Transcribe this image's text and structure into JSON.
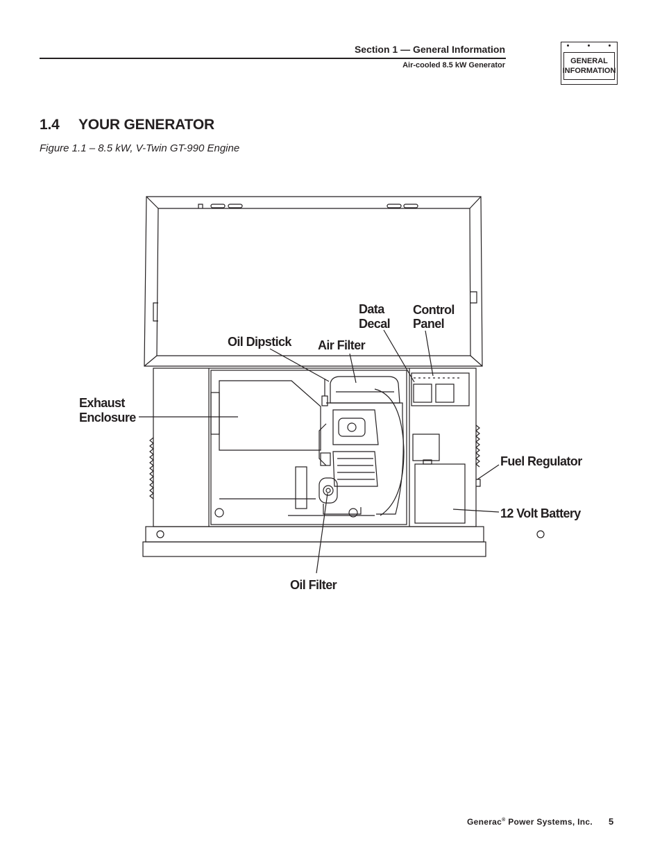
{
  "header": {
    "section_title": "Section 1 — General Information",
    "section_subtitle": "Air-cooled 8.5 kW Generator",
    "tab_line1": "GENERAL",
    "tab_line2": "INFORMATION"
  },
  "content": {
    "heading_number": "1.4",
    "heading_text": "YOUR GENERATOR",
    "figure_caption": "Figure 1.1 – 8.5 kW, V-Twin GT-990 Engine"
  },
  "figure": {
    "labels": {
      "data_decal_1": "Data",
      "data_decal_2": "Decal",
      "control_panel_1": "Control",
      "control_panel_2": "Panel",
      "oil_dipstick": "Oil Dipstick",
      "air_filter": "Air Filter",
      "exhaust_enclosure_1": "Exhaust",
      "exhaust_enclosure_2": "Enclosure",
      "fuel_regulator": "Fuel Regulator",
      "battery": "12 Volt Battery",
      "oil_filter": "Oil Filter"
    }
  },
  "footer": {
    "company": "Generac",
    "registered_mark": "®",
    "company_suffix": " Power Systems, Inc.",
    "page_number": "5"
  }
}
